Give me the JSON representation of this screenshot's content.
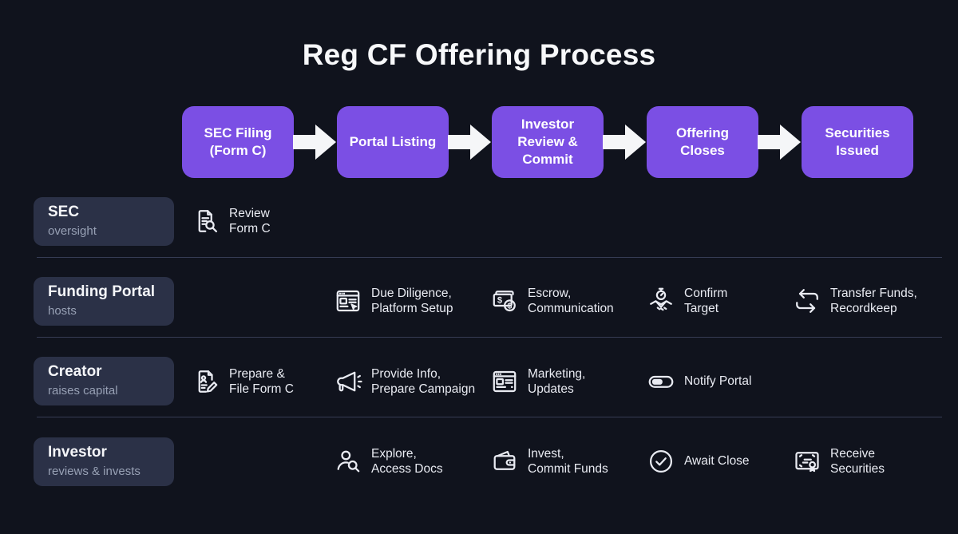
{
  "title": "Reg CF Offering Process",
  "process_steps": [
    "SEC Filing (Form C)",
    "Portal Listing",
    "Investor Review & Commit",
    "Offering Closes",
    "Securities Issued"
  ],
  "lanes": [
    {
      "name": "SEC",
      "role": "oversight",
      "cells": [
        {
          "icon": "document-search-icon",
          "text": "Review\nForm C"
        }
      ]
    },
    {
      "name": "Funding Portal",
      "role": "hosts",
      "cells": [
        {
          "icon": "browser-cursor-icon",
          "text": "Due Diligence,\nPlatform Setup"
        },
        {
          "icon": "money-coin-icon",
          "text": "Escrow,\nCommunication"
        },
        {
          "icon": "handshake-timer-icon",
          "text": "Confirm\nTarget"
        },
        {
          "icon": "swap-arrows-icon",
          "text": "Transfer Funds,\nRecordkeep"
        }
      ]
    },
    {
      "name": "Creator",
      "role": "raises capital",
      "cells": [
        {
          "icon": "document-edit-icon",
          "text": "Prepare &\nFile Form C"
        },
        {
          "icon": "megaphone-icon",
          "text": "Provide Info,\nPrepare Campaign"
        },
        {
          "icon": "browser-lines-icon",
          "text": "Marketing,\nUpdates"
        },
        {
          "icon": "toggle-icon",
          "text": "Notify Portal"
        }
      ]
    },
    {
      "name": "Investor",
      "role": "reviews & invests",
      "cells": [
        {
          "icon": "person-search-icon",
          "text": "Explore,\nAccess Docs"
        },
        {
          "icon": "wallet-icon",
          "text": "Invest,\nCommit Funds"
        },
        {
          "icon": "check-circle-icon",
          "text": "Await Close"
        },
        {
          "icon": "certificate-icon",
          "text": "Receive\nSecurities"
        }
      ]
    }
  ],
  "colors": {
    "background": "#10131d",
    "accent_purple": "#7b4fe4",
    "lane_box": "#2b3147",
    "text": "#e9ebf2",
    "muted_text": "#98a1b5",
    "divider": "#363c54",
    "arrow": "#f5f6f8"
  }
}
